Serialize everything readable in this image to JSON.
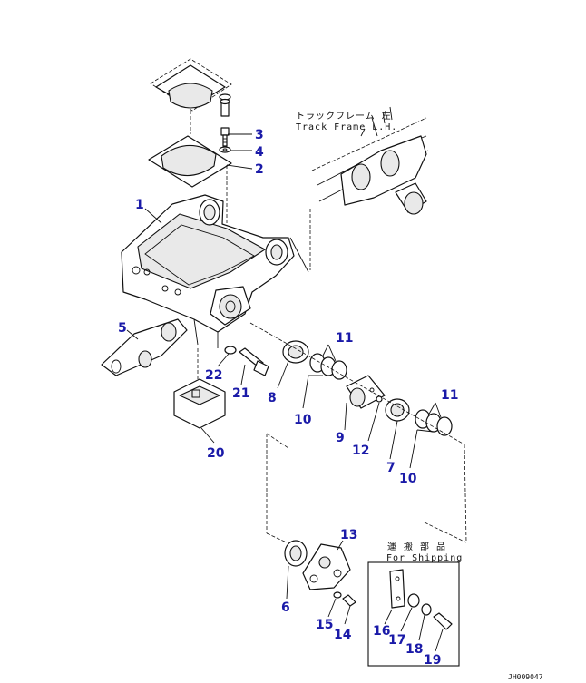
{
  "title": "",
  "annotations": {
    "track_frame_jp": "トラックフレーム 左",
    "track_frame_en": "Track Frame L.H.",
    "shipping_jp": "運 搬 部 品",
    "shipping_en": "For Shipping",
    "drawing_code": "JH009047"
  },
  "callouts": [
    {
      "id": "c1",
      "text": "1"
    },
    {
      "id": "c2",
      "text": "2"
    },
    {
      "id": "c3",
      "text": "3"
    },
    {
      "id": "c4",
      "text": "4"
    },
    {
      "id": "c5",
      "text": "5"
    },
    {
      "id": "c6",
      "text": "6"
    },
    {
      "id": "c7",
      "text": "7"
    },
    {
      "id": "c8",
      "text": "8"
    },
    {
      "id": "c9",
      "text": "9"
    },
    {
      "id": "c10a",
      "text": "10"
    },
    {
      "id": "c10b",
      "text": "10"
    },
    {
      "id": "c11a",
      "text": "11"
    },
    {
      "id": "c11b",
      "text": "11"
    },
    {
      "id": "c12",
      "text": "12"
    },
    {
      "id": "c13",
      "text": "13"
    },
    {
      "id": "c14",
      "text": "14"
    },
    {
      "id": "c15",
      "text": "15"
    },
    {
      "id": "c16",
      "text": "16"
    },
    {
      "id": "c17",
      "text": "17"
    },
    {
      "id": "c18",
      "text": "18"
    },
    {
      "id": "c19",
      "text": "19"
    },
    {
      "id": "c20",
      "text": "20"
    },
    {
      "id": "c21",
      "text": "21"
    },
    {
      "id": "c22",
      "text": "22"
    }
  ]
}
